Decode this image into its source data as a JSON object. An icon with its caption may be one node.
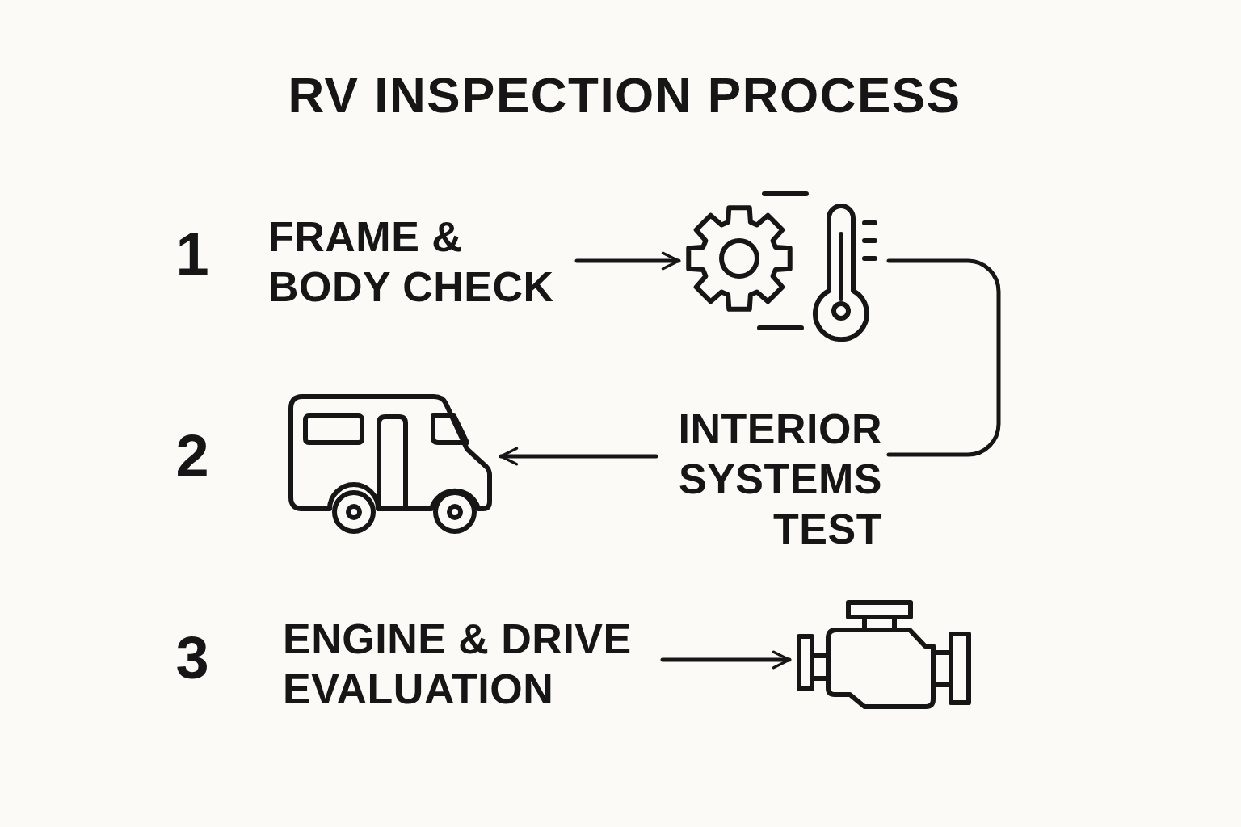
{
  "diagram": {
    "title": "RV INSPECTION PROCESS",
    "nodes": [
      {
        "text": [
          "FRAME & BODY CHECK"
        ]
      },
      {
        "text": [],
        "shape": "picture"
      },
      {
        "text": [
          "INTERIOR SYSTEMS TEST"
        ]
      },
      {
        "text": [],
        "shape": "picture"
      },
      {
        "text": [
          "ENGINE & DRIVE EVALUATION"
        ]
      },
      {
        "text": [],
        "shape": "picture"
      }
    ],
    "edges": [
      {
        "from": 0,
        "to": 1,
        "arrow": "to"
      },
      {
        "from": 1,
        "to": 2,
        "arrow": "none"
      },
      {
        "from": 2,
        "to": 3,
        "arrow": "to"
      },
      {
        "from": 4,
        "to": 5,
        "arrow": "to"
      }
    ],
    "labels": [
      "1",
      "2",
      "3"
    ]
  }
}
